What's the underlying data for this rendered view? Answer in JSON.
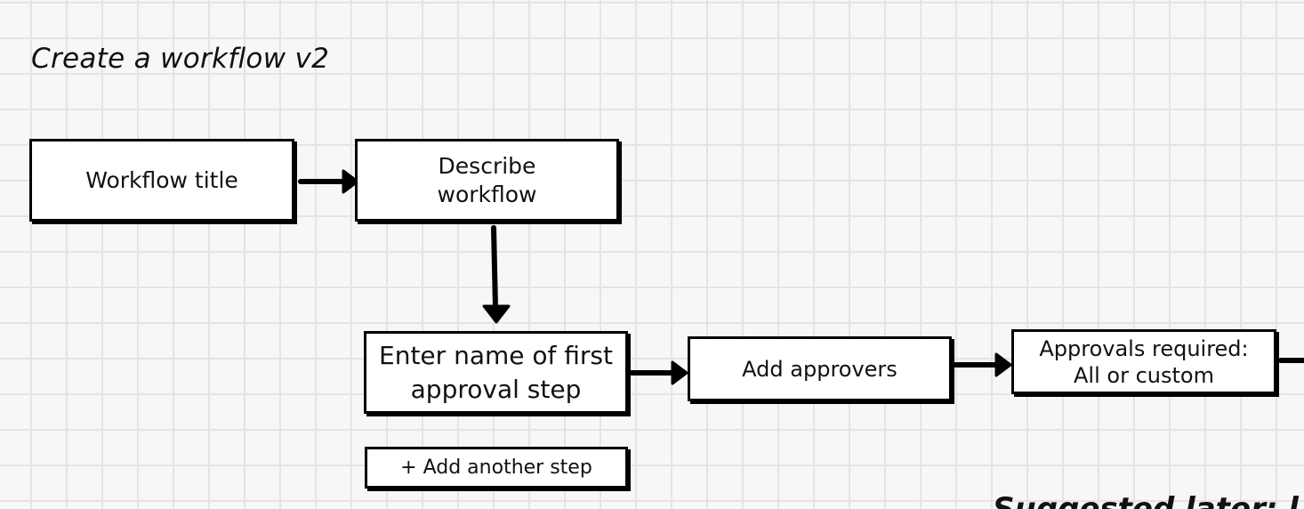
{
  "diagram": {
    "title": "Create a workflow v2",
    "nodes": {
      "workflow_title": "Workflow title",
      "describe_workflow": "Describe\nworkflow",
      "first_approval_step": "Enter name of first\napproval step",
      "add_approvers": "Add approvers",
      "approvals_required": "Approvals required:\nAll or custom"
    },
    "add_step_button": "+ Add another step",
    "edges": [
      {
        "from": "workflow_title",
        "to": "describe_workflow"
      },
      {
        "from": "describe_workflow",
        "to": "first_approval_step"
      },
      {
        "from": "first_approval_step",
        "to": "add_approvers"
      },
      {
        "from": "add_approvers",
        "to": "approvals_required"
      }
    ],
    "partial_text": "Suggested later: l"
  }
}
